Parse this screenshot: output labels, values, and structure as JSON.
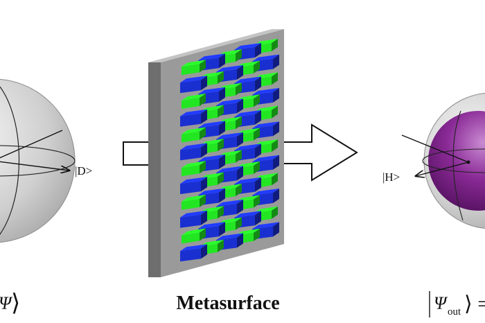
{
  "left_sphere": {
    "state_label": "|D>"
  },
  "right_sphere": {
    "state_label": "|H>"
  },
  "metasurface": {
    "title": "Metasurface"
  },
  "input_ket": {
    "symbol": "Ψ",
    "close": "⟩"
  },
  "output_ket": {
    "symbol": "Ψ",
    "subscript": "out",
    "close": "⟩ ="
  },
  "colors": {
    "block_green": "#22e622",
    "block_blue": "#1a2fd0",
    "substrate_front": "#9a9a9a",
    "substrate_side": "#6e6e6e",
    "substrate_top": "#c4c4c4",
    "sphere_gray": "#d2d2d2",
    "inner_sphere_purple": "#7a1f86"
  }
}
